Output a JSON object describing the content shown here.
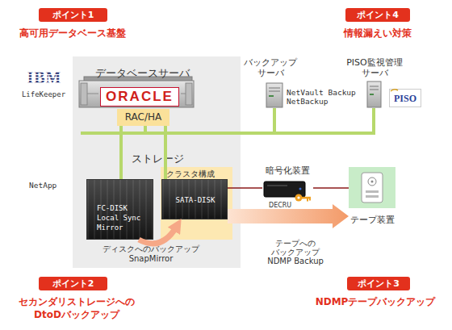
{
  "diagram": {
    "nodes": [
      {
        "text": [
          "データベースサーバ",
          "ORACLE"
        ]
      },
      {
        "text": [
          "RAC/HA"
        ]
      },
      {
        "text": [
          "バックアップ サーバ",
          "NetVault Backup NetBackup"
        ]
      },
      {
        "text": [
          "PISO監視管理 サーバ",
          "PISO"
        ]
      },
      {
        "text": [
          "FC-DISK Local Sync Mirror"
        ]
      },
      {
        "text": [
          "クラスタ構成"
        ]
      },
      {
        "text": [
          "SATA-DISK"
        ],
        "in": 5
      },
      {
        "text": [
          "暗号化装置",
          "DECRU"
        ]
      },
      {
        "text": [
          "テープ装置"
        ]
      }
    ],
    "edges": [
      {
        "from": 1,
        "to": 2,
        "arrow": "none"
      },
      {
        "from": 1,
        "to": 3,
        "arrow": "none"
      },
      {
        "from": 1,
        "to": 4,
        "arrow": "none"
      },
      {
        "from": 1,
        "to": 6,
        "arrow": "none"
      },
      {
        "from": 4,
        "to": 6,
        "label": "ディスクへのバックアップ SnapMirror",
        "arrow": "to"
      },
      {
        "from": 6,
        "to": 7,
        "arrow": "none"
      },
      {
        "from": 7,
        "to": 8,
        "arrow": "none"
      },
      {
        "from": 6,
        "to": 8,
        "label": "テープへの バックアップ NDMP Backup",
        "arrow": "to"
      }
    ],
    "labels": [
      "ポイント1",
      "高可用データベース基盤",
      "ポイント4",
      "情報漏えい対策",
      "IBM",
      "LifeKeeper",
      "NetApp",
      "ストレージ",
      "ポイント2",
      "セカンダリストレージへの DtoDバックアップ",
      "ポイント3",
      "NDMPテープバックアップ"
    ]
  }
}
